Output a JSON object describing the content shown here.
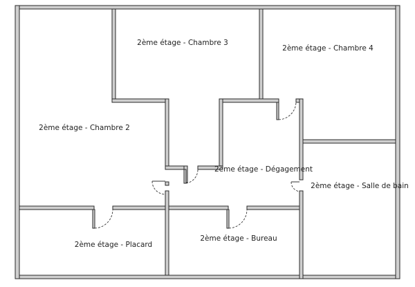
{
  "rooms": {
    "chambre3": "2ème étage - Chambre 3",
    "chambre4": "2ème étage - Chambre 4",
    "chambre2": "2ème étage - Chambre 2",
    "degagement": "2ème étage - Dégagement",
    "salle_de_bain": "2ème étage - Salle de bain",
    "placard": "2ème étage - Placard",
    "bureau": "2ème étage - Bureau"
  },
  "colors": {
    "wall_fill": "#cfcfcf",
    "wall_outline": "#2a2a2a",
    "background": "#ffffff"
  }
}
